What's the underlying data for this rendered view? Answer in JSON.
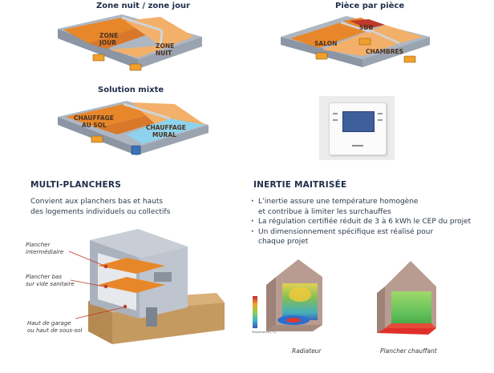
{
  "plans": {
    "zone": {
      "title": "Zone nuit / zone jour",
      "label_jour_1": "ZONE",
      "label_jour_2": "JOUR",
      "label_nuit_1": "ZONE",
      "label_nuit_2": "NUIT"
    },
    "piece": {
      "title": "Pièce par pièce",
      "label_sdb": "SDB",
      "label_salon": "SALON",
      "label_chambres": "CHAMBRES"
    },
    "mixte": {
      "title": "Solution mixte",
      "label_sol_1": "CHAUFFAGE",
      "label_sol_2": "AU SOL",
      "label_mural_1": "CHAUFFAGE",
      "label_mural_2": "MURAL"
    }
  },
  "multi": {
    "title": "MULTI-PLANCHERS",
    "text_line1": "Convient aux planchers bas et hauts",
    "text_line2": "des logements individuels ou collectifs",
    "callout_1a": "Plancher",
    "callout_1b": "intermédiaire",
    "callout_2a": "Plancher bas",
    "callout_2b": "sur vide sanitaire",
    "callout_3a": "Haut de garage",
    "callout_3b": "ou haut de sous-sol"
  },
  "inertie": {
    "title": "INERTIE MAITRISÉE",
    "bullets": [
      "L’inertie assure une température homogène",
      "et contribue à limiter les surchauffes",
      "La régulation certifiée réduit de 3 à 6 kWh le CEP du projet",
      "Un dimensionnement spécifique est réalisé pour",
      "chaque projet"
    ],
    "caption_left": "Radiateur",
    "caption_right": "Plancher chauffant",
    "scale_label": "Température [°C]"
  },
  "colors": {
    "floor_orange": "#e8872a",
    "floor_light": "#f3b06a",
    "wall_grey": "#c9ced6",
    "mural_blue": "#8ed3ee",
    "navy": "#1e2d4a"
  }
}
